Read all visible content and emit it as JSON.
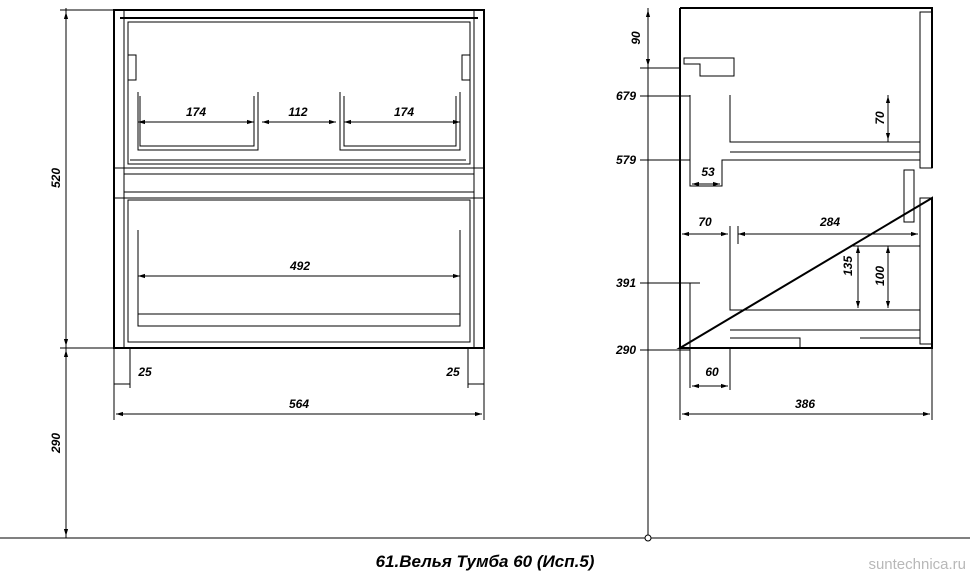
{
  "caption": "61.Велья Тумба 60 (Исп.5)",
  "watermark": "suntechnica.ru",
  "front": {
    "height": "520",
    "leg_height": "290",
    "drawer_left": "174",
    "drawer_mid": "112",
    "drawer_right": "174",
    "inner_width": "492",
    "left_offset": "25",
    "right_offset": "25",
    "total_width": "564"
  },
  "side": {
    "top_gap": "90",
    "level_679": "679",
    "level_579": "579",
    "level_391": "391",
    "level_290": "290",
    "shelf_70": "70",
    "depth_53": "53",
    "depth_70": "70",
    "depth_284": "284",
    "height_135": "135",
    "height_100": "100",
    "depth_60": "60",
    "total_depth": "386"
  }
}
